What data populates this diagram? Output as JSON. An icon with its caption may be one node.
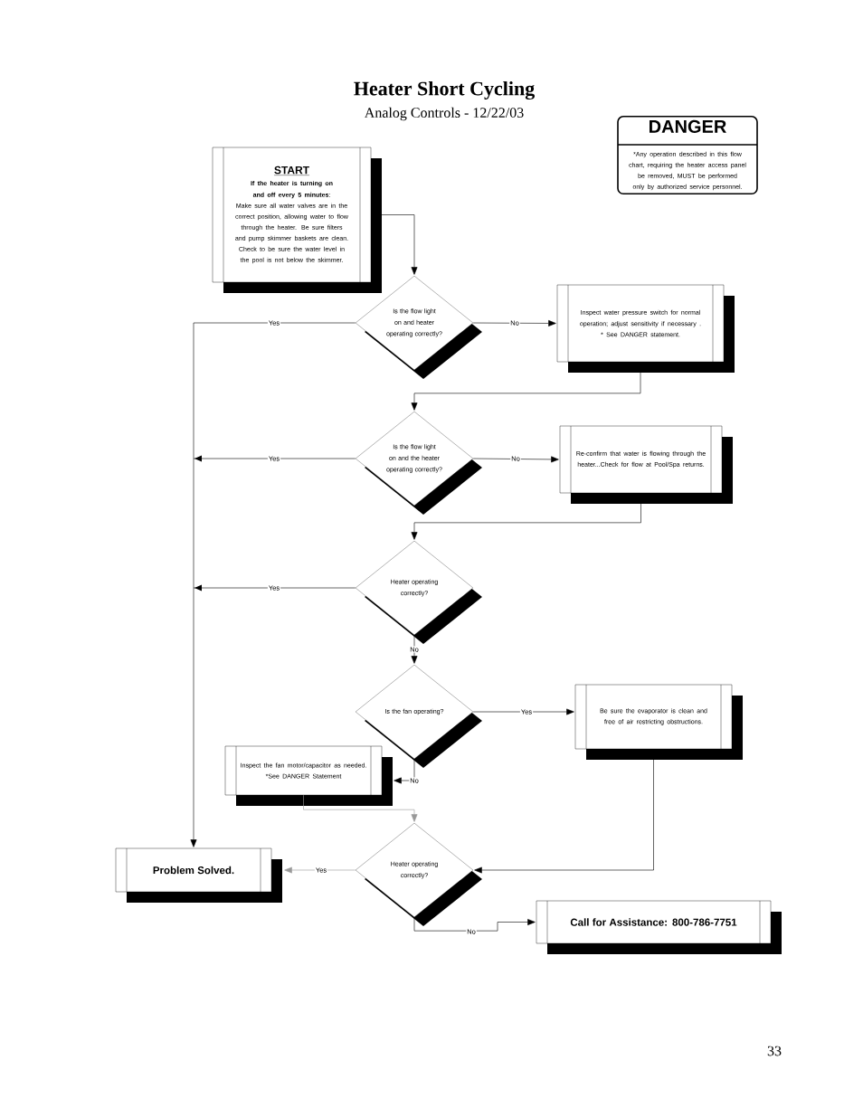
{
  "diagram": {
    "title": "Heater Short Cycling",
    "nodes": [
      {
        "text": [
          "START",
          "**If the heater is turning on and off every 5 minutes**:",
          "Make sure all water valves are in the correct position, allowing water to flow through the heater.  Be sure filters and pump skimmer baskets are clean.  Check to be sure the water level in the pool is not below the skimmer."
        ]
      },
      {
        "text": [
          "DANGER",
          "*Any operation described in this flow chart, requiring the heater access panel be removed, MUST be performed only by authorized service personnel."
        ]
      },
      {
        "text": [
          "Is the flow light on and heater operating correctly?"
        ]
      },
      {
        "text": [
          "Inspect water pressure switch for normal operation; adjust sensitivity if necessary .",
          "* See DANGER statement."
        ]
      },
      {
        "text": [
          "Is the flow light on and the heater operating correctly?"
        ]
      },
      {
        "text": [
          "Re-confirm that water is flowing through the heater...Check for flow at Pool/Spa returns."
        ]
      },
      {
        "text": [
          "Heater operating correctly?"
        ]
      },
      {
        "text": [
          "Is the fan operating?"
        ]
      },
      {
        "text": [
          "Be sure the evaporator is clean and free of air restricting obstructions."
        ]
      },
      {
        "text": [
          "Inspect the fan motor/capacitor as needed.",
          "*See DANGER Statement"
        ]
      },
      {
        "text": [
          "Heater operating correctly?"
        ]
      },
      {
        "text": [
          "Problem Solved."
        ]
      },
      {
        "text": [
          "Call for Assistance: 800-786-7751"
        ]
      }
    ],
    "edges": [
      {
        "from": 0,
        "to": 2,
        "arrow": "to"
      },
      {
        "from": 2,
        "to": 3,
        "arrow": "to",
        "label": "No"
      },
      {
        "from": 2,
        "to": 11,
        "arrow": "to",
        "label": "Yes"
      },
      {
        "from": 3,
        "to": 4,
        "arrow": "to"
      },
      {
        "from": 4,
        "to": 5,
        "arrow": "to",
        "label": "No"
      },
      {
        "from": 4,
        "to": 11,
        "arrow": "to",
        "label": "Yes"
      },
      {
        "from": 5,
        "to": 6,
        "arrow": "to"
      },
      {
        "from": 6,
        "to": 11,
        "arrow": "to",
        "label": "Yes"
      },
      {
        "from": 6,
        "to": 7,
        "arrow": "to",
        "label": "No"
      },
      {
        "from": 7,
        "to": 8,
        "arrow": "to",
        "label": "Yes"
      },
      {
        "from": 7,
        "to": 9,
        "arrow": "to",
        "label": "No"
      },
      {
        "from": 9,
        "to": 10,
        "arrow": "to",
        "color": "#999999"
      },
      {
        "from": 8,
        "to": 10,
        "arrow": "to"
      },
      {
        "from": 10,
        "to": 11,
        "arrow": "to",
        "label": "Yes",
        "color": "#999999"
      },
      {
        "from": 10,
        "to": 12,
        "arrow": "to",
        "label": "No"
      }
    ],
    "labels": [
      "Analog Controls - 12/22/03",
      "33"
    ]
  }
}
